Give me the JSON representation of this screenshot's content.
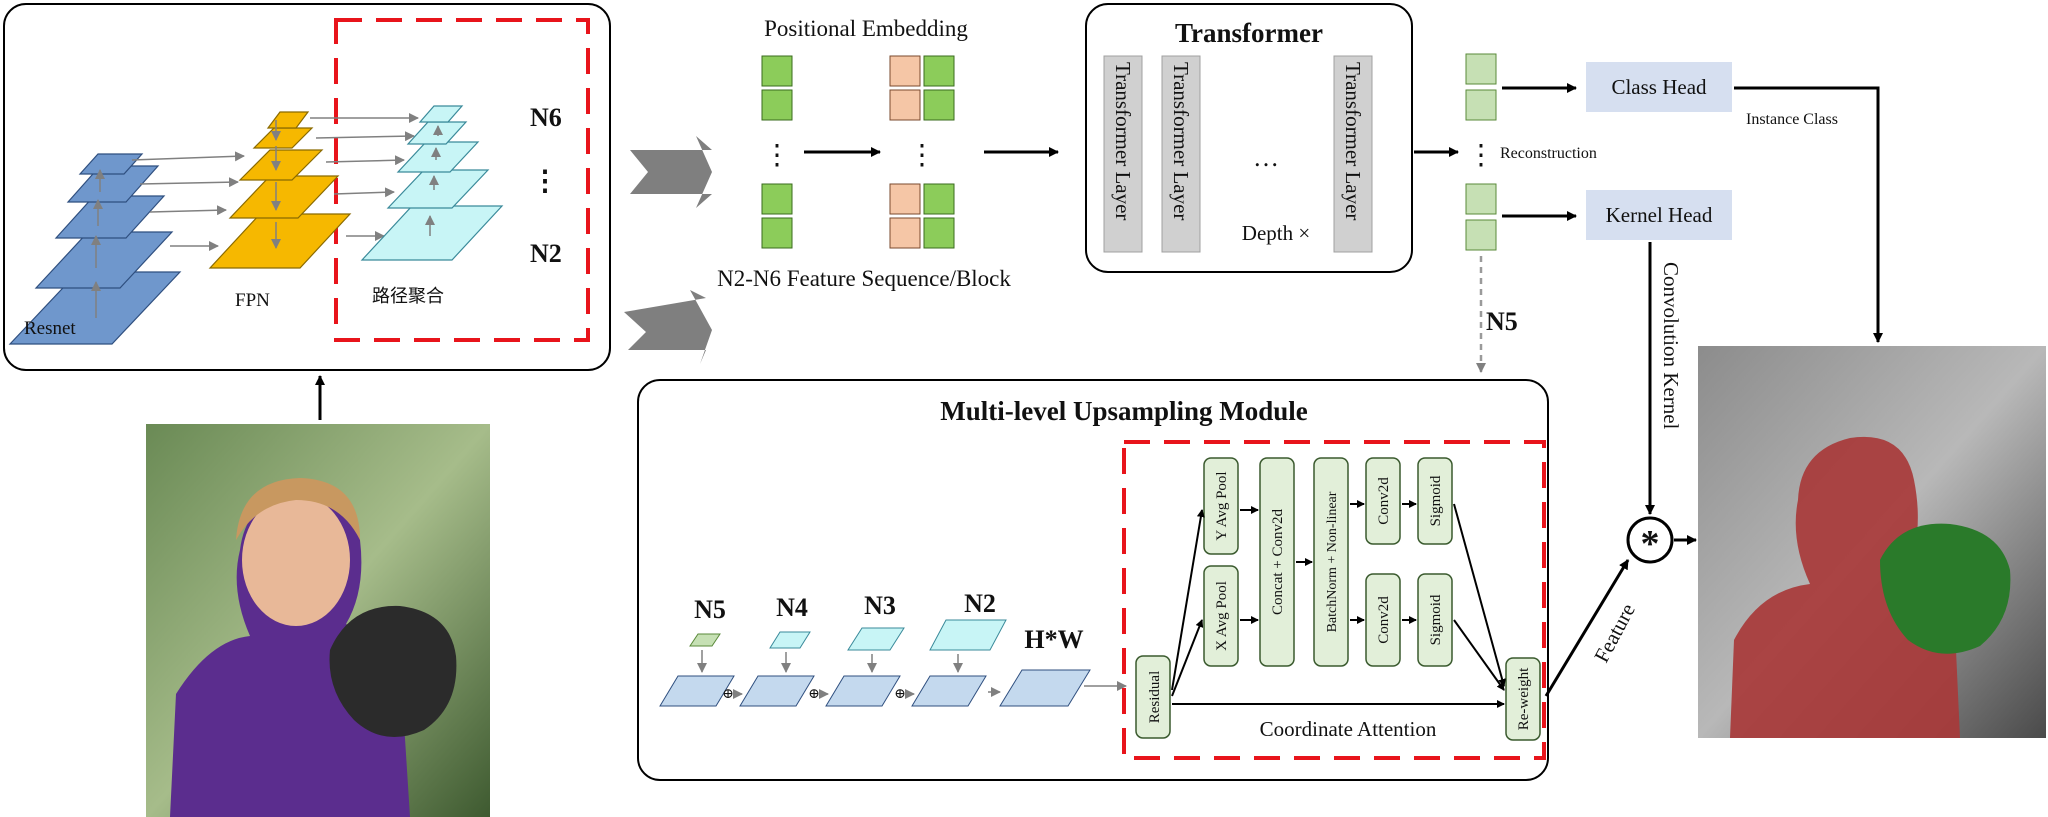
{
  "backbone": {
    "resnet_label": "Resnet",
    "fpn_label": "FPN",
    "pan_label": "路径聚合",
    "top_level": "N6",
    "bottom_level": "N2",
    "ellipsis": "⋮"
  },
  "embedding": {
    "title": "Positional Embedding",
    "caption": "N2-N6 Feature Sequence/Block",
    "ellipsis": "⋮"
  },
  "transformer": {
    "title": "Transformer",
    "layer_label": "Transformer Layer",
    "ellipsis": "…",
    "depth_label": "Depth ×"
  },
  "output_tokens": {
    "reconstruction_label": "Reconstruction",
    "branch_label": "N5",
    "ellipsis": "⋮"
  },
  "heads": {
    "class_head": "Class Head",
    "kernel_head": "Kernel Head",
    "instance_class": "Instance Class",
    "convolution_kernel": "Convolution Kernel",
    "feature": "Feature",
    "operator": "*"
  },
  "upsampling": {
    "title": "Multi-level Upsampling Module",
    "levels": [
      "N5",
      "N4",
      "N3",
      "N2"
    ],
    "output_label": "H*W",
    "plus": "⊕"
  },
  "coordinate_attention": {
    "label": "Coordinate Attention",
    "blocks": {
      "residual": "Residual",
      "y_avg_pool": "Y Avg Pool",
      "x_avg_pool": "X Avg Pool",
      "concat_conv": "Concat + Conv2d",
      "bn_nonlinear": "BatchNorm + Non-linear",
      "conv_top": "Conv2d",
      "conv_bottom": "Conv2d",
      "sigmoid_top": "Sigmoid",
      "sigmoid_bottom": "Sigmoid",
      "reweight": "Re-weight"
    }
  },
  "colors": {
    "resnet": "#6f97cc",
    "fpn": "#f6b800",
    "pan": "#c8f5f6",
    "token_green": "#8ccc5a",
    "token_peach": "#f5c6a6",
    "token_light": "#c6e0b4",
    "head_fill": "#d6dff0",
    "block_fill": "#e2efd9",
    "dash_red": "#e8141b",
    "arrow_gray": "#808080",
    "big_arrow": "#7f7f7f"
  }
}
